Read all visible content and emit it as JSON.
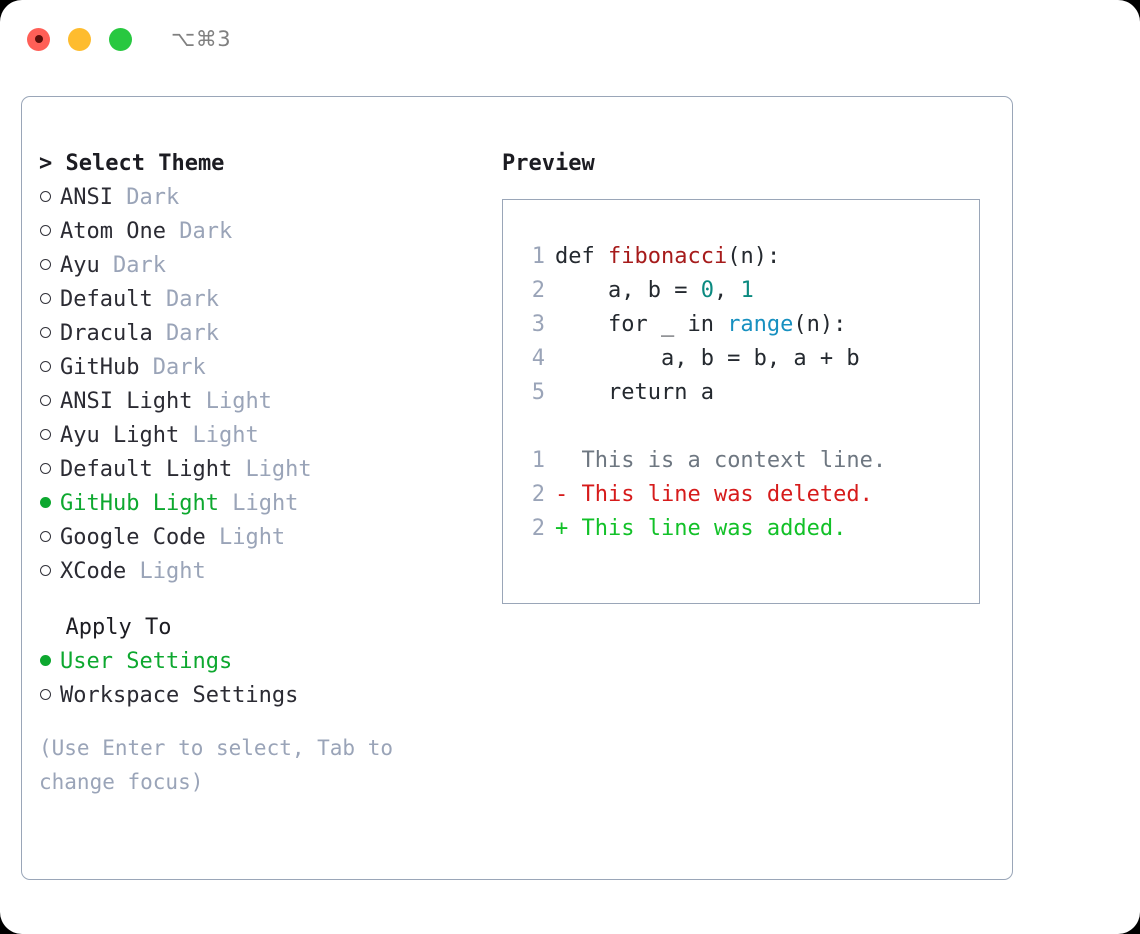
{
  "titlebar": {
    "shortcut": "⌥⌘3",
    "lights": [
      {
        "name": "close",
        "color": "#ff5f57"
      },
      {
        "name": "minimize",
        "color": "#febc2e"
      },
      {
        "name": "zoom",
        "color": "#28c840"
      }
    ]
  },
  "theme_picker": {
    "header": "> Select Theme",
    "items": [
      {
        "label": "ANSI",
        "tag": "Dark",
        "selected": false
      },
      {
        "label": "Atom One",
        "tag": "Dark",
        "selected": false
      },
      {
        "label": "Ayu",
        "tag": "Dark",
        "selected": false
      },
      {
        "label": "Default",
        "tag": "Dark",
        "selected": false
      },
      {
        "label": "Dracula",
        "tag": "Dark",
        "selected": false
      },
      {
        "label": "GitHub",
        "tag": "Dark",
        "selected": false
      },
      {
        "label": "ANSI Light",
        "tag": "Light",
        "selected": false
      },
      {
        "label": "Ayu Light",
        "tag": "Light",
        "selected": false
      },
      {
        "label": "Default Light",
        "tag": "Light",
        "selected": false
      },
      {
        "label": "GitHub Light",
        "tag": "Light",
        "selected": true
      },
      {
        "label": "Google Code",
        "tag": "Light",
        "selected": false
      },
      {
        "label": "XCode",
        "tag": "Light",
        "selected": false
      }
    ]
  },
  "apply_to": {
    "header": "Apply To",
    "items": [
      {
        "label": "User Settings",
        "tag": "",
        "selected": true
      },
      {
        "label": "Workspace Settings",
        "tag": "",
        "selected": false
      }
    ]
  },
  "hint": "(Use Enter to select, Tab to change focus)",
  "preview": {
    "title": "Preview",
    "code_lines": [
      {
        "num": "1",
        "tokens": [
          {
            "text": "def ",
            "type": "plain"
          },
          {
            "text": "fibonacci",
            "type": "fn"
          },
          {
            "text": "(n):",
            "type": "plain"
          }
        ]
      },
      {
        "num": "2",
        "tokens": [
          {
            "text": "    a, b = ",
            "type": "plain"
          },
          {
            "text": "0",
            "type": "num"
          },
          {
            "text": ", ",
            "type": "plain"
          },
          {
            "text": "1",
            "type": "num"
          }
        ]
      },
      {
        "num": "3",
        "tokens": [
          {
            "text": "    for _ in ",
            "type": "plain"
          },
          {
            "text": "range",
            "type": "call"
          },
          {
            "text": "(n):",
            "type": "plain"
          }
        ]
      },
      {
        "num": "4",
        "tokens": [
          {
            "text": "        a, b = b, a + b",
            "type": "plain"
          }
        ]
      },
      {
        "num": "5",
        "tokens": [
          {
            "text": "    return a",
            "type": "plain"
          }
        ]
      }
    ],
    "diff_lines": [
      {
        "num": "1",
        "sign": " ",
        "text": " This is a context line.",
        "type": "ctx"
      },
      {
        "num": "2",
        "sign": "-",
        "text": " This line was deleted.",
        "type": "del"
      },
      {
        "num": "2",
        "sign": "+",
        "text": " This line was added.",
        "type": "add"
      }
    ]
  },
  "colors": {
    "accent_green": "#0da82f",
    "border": "#9aa6b8",
    "muted": "#9aa4b8",
    "text": "#2b2b33",
    "diff_add": "#12c128",
    "diff_del": "#d61b1b",
    "diff_ctx": "#6e7781"
  }
}
